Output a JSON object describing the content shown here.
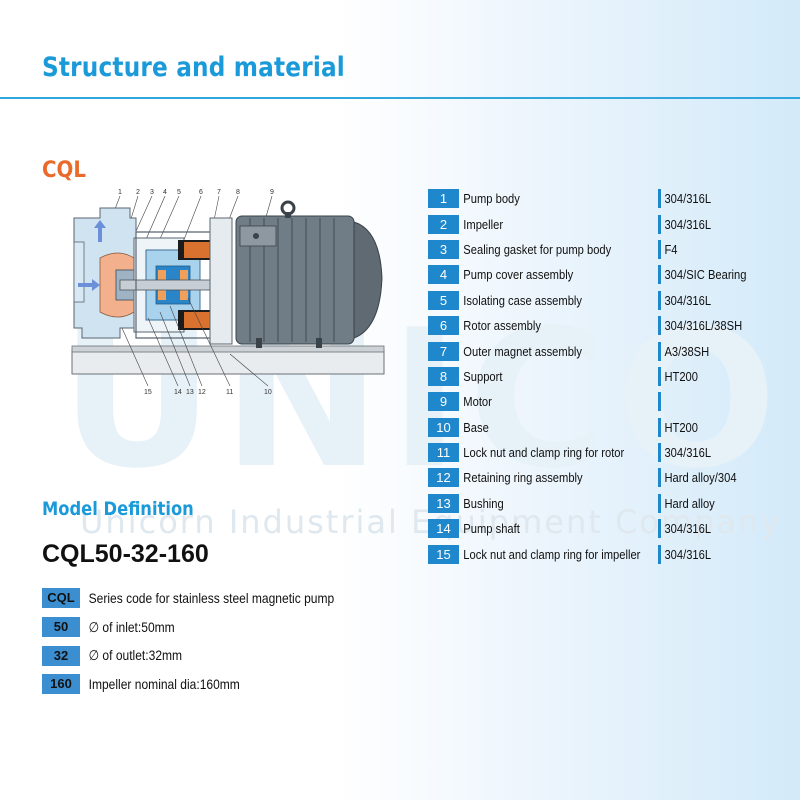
{
  "title": "Structure and material",
  "model_code": "CQL",
  "watermark_text": "UNICORN",
  "watermark_subtext": "Unicorn Industrial Equipment Company",
  "callout_numbers_top": [
    "1",
    "2",
    "3",
    "4",
    "5",
    "6",
    "7",
    "8",
    "9"
  ],
  "callout_numbers_bottom": [
    "15",
    "14",
    "13",
    "12",
    "11",
    "10"
  ],
  "parts": [
    {
      "num": "1",
      "name": "Pump body",
      "material": "304/316L"
    },
    {
      "num": "2",
      "name": "Impeller",
      "material": "304/316L"
    },
    {
      "num": "3",
      "name": "Sealing gasket for pump body",
      "material": "F4"
    },
    {
      "num": "4",
      "name": "Pump cover assembly",
      "material": "304/SIC Bearing"
    },
    {
      "num": "5",
      "name": "Isolating case assembly",
      "material": "304/316L"
    },
    {
      "num": "6",
      "name": "Rotor assembly",
      "material": "304/316L/38SH"
    },
    {
      "num": "7",
      "name": "Outer magnet assembly",
      "material": "A3/38SH"
    },
    {
      "num": "8",
      "name": "Support",
      "material": "HT200"
    },
    {
      "num": "9",
      "name": "Motor",
      "material": ""
    },
    {
      "num": "10",
      "name": "Base",
      "material": "HT200"
    },
    {
      "num": "11",
      "name": "Lock nut and clamp ring for rotor",
      "material": "304/316L"
    },
    {
      "num": "12",
      "name": "Retaining ring assembly",
      "material": "Hard alloy/304"
    },
    {
      "num": "13",
      "name": "Bushing",
      "material": "Hard alloy"
    },
    {
      "num": "14",
      "name": "Pump shaft",
      "material": "304/316L"
    },
    {
      "num": "15",
      "name": "Lock nut and clamp ring for impeller",
      "material": "304/316L"
    }
  ],
  "model_definition": {
    "heading": "Model Definition",
    "model": "CQL50-32-160",
    "rows": [
      {
        "code": "CQL",
        "text": "Series code for stainless steel magnetic pump"
      },
      {
        "code": "50",
        "text": "∅ of inlet:50mm"
      },
      {
        "code": "32",
        "text": "∅ of outlet:32mm"
      },
      {
        "code": "160",
        "text": "Impeller nominal dia:160mm"
      }
    ]
  },
  "colors": {
    "accent": "#1a9ad9",
    "model_code": "#e96a2a",
    "number_box": "#1f88cc",
    "definition_box": "#3b8fd1"
  }
}
